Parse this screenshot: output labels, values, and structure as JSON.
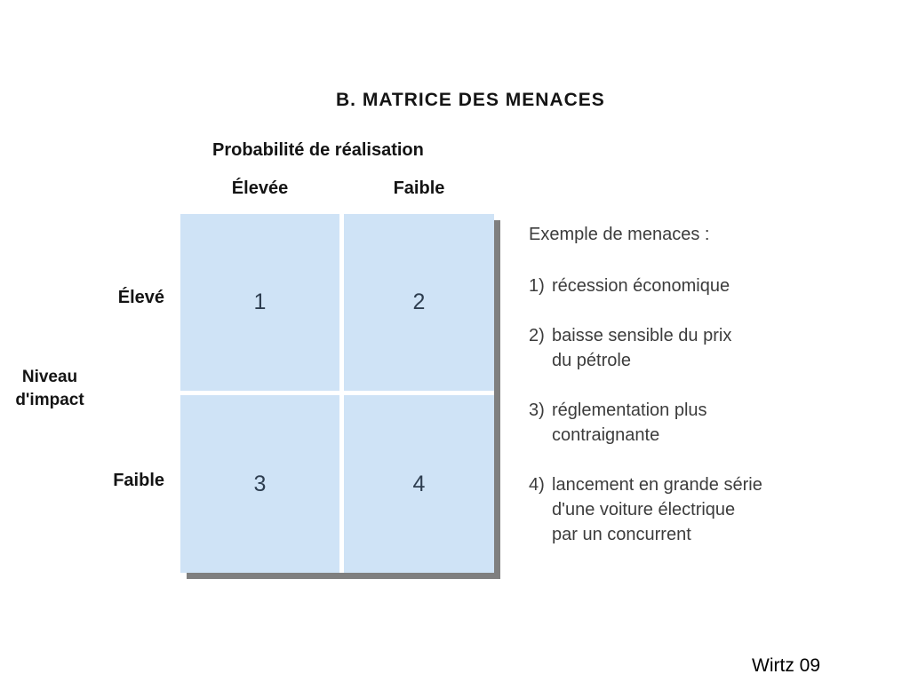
{
  "title": "B. MATRICE DES MENACES",
  "matrix": {
    "x_axis_label": "Probabilité de réalisation",
    "col_headers": [
      "Élevée",
      "Faible"
    ],
    "y_axis_label": "Niveau\nd'impact",
    "row_headers": [
      "Élevé",
      "Faible"
    ],
    "cells": [
      "1",
      "2",
      "3",
      "4"
    ],
    "cell_color": "#cfe3f6",
    "shadow_color": "#7f7f7f",
    "number_color": "#2e3e50"
  },
  "examples": {
    "heading": "Exemple de menaces :",
    "items": [
      {
        "num": "1)",
        "text": "récession économique"
      },
      {
        "num": "2)",
        "text": "baisse sensible du prix\ndu pétrole"
      },
      {
        "num": "3)",
        "text": "réglementation plus\ncontraignante"
      },
      {
        "num": "4)",
        "text": "lancement en grande série\nd'une voiture électrique\npar un concurrent"
      }
    ]
  },
  "attribution": "Wirtz 09"
}
